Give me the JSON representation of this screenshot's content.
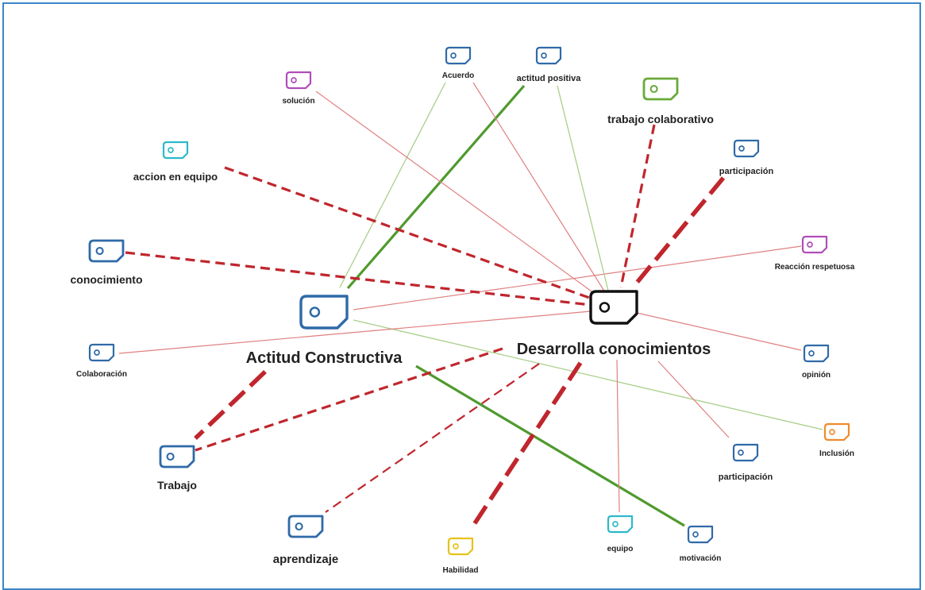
{
  "diagram": {
    "colors": {
      "contradicts": "#c0262d",
      "supports": "#4f9a2e",
      "weak_supports": "#a9cf8a",
      "weak_contradicts": "#e08080",
      "node_blue": "#2f6aa8",
      "node_black": "#111111",
      "node_purple": "#b04db8",
      "node_teal": "#2cb9c9",
      "node_green": "#6aaa3a",
      "node_orange": "#ef8a2d",
      "node_yellow": "#e6c21a",
      "frame": "#3a86c8"
    },
    "nodes": [
      {
        "id": "desarrolla",
        "label": "Desarrolla conocimientos",
        "color_key": "node_black",
        "size": "xl",
        "icon": "code-tag-icon"
      },
      {
        "id": "actitud",
        "label": "Actitud Constructiva",
        "color_key": "node_blue",
        "size": "xl",
        "icon": "code-tag-icon"
      },
      {
        "id": "acuerdo",
        "label": "Acuerdo",
        "color_key": "node_blue",
        "size": "s",
        "icon": "code-tag-icon"
      },
      {
        "id": "actitud_positiva",
        "label": "actitud positiva",
        "color_key": "node_blue",
        "size": "s",
        "icon": "code-tag-icon"
      },
      {
        "id": "solucion",
        "label": "solución",
        "color_key": "node_purple",
        "size": "s",
        "icon": "code-tag-icon"
      },
      {
        "id": "trabajo_colab",
        "label": "trabajo colaborativo",
        "color_key": "node_green",
        "size": "m",
        "icon": "code-tag-icon"
      },
      {
        "id": "accion_equipo",
        "label": "accion en equipo",
        "color_key": "node_teal",
        "size": "s",
        "icon": "code-tag-icon"
      },
      {
        "id": "participacion1",
        "label": "participación",
        "color_key": "node_blue",
        "size": "s",
        "icon": "code-tag-icon"
      },
      {
        "id": "conocimiento",
        "label": "conocimiento",
        "color_key": "node_blue",
        "size": "m",
        "icon": "code-tag-icon"
      },
      {
        "id": "reaccion",
        "label": "Reacción respetuosa",
        "color_key": "node_purple",
        "size": "s",
        "icon": "code-tag-icon"
      },
      {
        "id": "colaboracion",
        "label": "Colaboración",
        "color_key": "node_blue",
        "size": "s",
        "icon": "code-tag-icon"
      },
      {
        "id": "opinion",
        "label": "opinión",
        "color_key": "node_blue",
        "size": "s",
        "icon": "code-tag-icon"
      },
      {
        "id": "inclusion",
        "label": "Inclusión",
        "color_key": "node_orange",
        "size": "s",
        "icon": "code-tag-icon"
      },
      {
        "id": "participacion2",
        "label": "participación",
        "color_key": "node_blue",
        "size": "s",
        "icon": "code-tag-icon"
      },
      {
        "id": "trabajo",
        "label": "Trabajo",
        "color_key": "node_blue",
        "size": "m",
        "icon": "code-tag-icon"
      },
      {
        "id": "aprendizaje",
        "label": "aprendizaje",
        "color_key": "node_blue",
        "size": "m",
        "icon": "code-tag-icon"
      },
      {
        "id": "habilidad",
        "label": "Habilidad",
        "color_key": "node_yellow",
        "size": "s",
        "icon": "code-tag-icon"
      },
      {
        "id": "equipo",
        "label": "equipo",
        "color_key": "node_teal",
        "size": "s",
        "icon": "code-tag-icon"
      },
      {
        "id": "motivacion",
        "label": "motivación",
        "color_key": "node_blue",
        "size": "s",
        "icon": "code-tag-icon"
      }
    ],
    "edges": [
      {
        "from": "acuerdo",
        "to": "actitud",
        "style": "weak_supports"
      },
      {
        "from": "actitud_positiva",
        "to": "actitud",
        "style": "supports"
      },
      {
        "from": "actitud",
        "to": "inclusion",
        "style": "weak_supports"
      },
      {
        "from": "actitud",
        "to": "motivacion",
        "style": "supports"
      },
      {
        "from": "actitud",
        "to": "trabajo",
        "style": "contradicts_heavy"
      },
      {
        "from": "actitud",
        "to": "reaccion",
        "style": "weak_contradicts"
      },
      {
        "from": "acuerdo",
        "to": "desarrolla",
        "style": "weak_contradicts"
      },
      {
        "from": "actitud_positiva",
        "to": "desarrolla",
        "style": "weak_supports"
      },
      {
        "from": "solucion",
        "to": "desarrolla",
        "style": "weak_contradicts"
      },
      {
        "from": "trabajo_colab",
        "to": "desarrolla",
        "style": "contradicts"
      },
      {
        "from": "participacion1",
        "to": "desarrolla",
        "style": "contradicts_heavy"
      },
      {
        "from": "accion_equipo",
        "to": "desarrolla",
        "style": "contradicts"
      },
      {
        "from": "conocimiento",
        "to": "desarrolla",
        "style": "contradicts"
      },
      {
        "from": "colaboracion",
        "to": "desarrolla",
        "style": "weak_contradicts"
      },
      {
        "from": "desarrolla",
        "to": "opinion",
        "style": "weak_contradicts"
      },
      {
        "from": "desarrolla",
        "to": "participacion2",
        "style": "weak_contradicts"
      },
      {
        "from": "desarrolla",
        "to": "equipo",
        "style": "weak_contradicts"
      },
      {
        "from": "desarrolla",
        "to": "habilidad",
        "style": "contradicts_heavy"
      },
      {
        "from": "desarrolla",
        "to": "aprendizaje",
        "style": "contradicts_thin"
      },
      {
        "from": "desarrolla",
        "to": "trabajo",
        "style": "contradicts"
      }
    ]
  }
}
